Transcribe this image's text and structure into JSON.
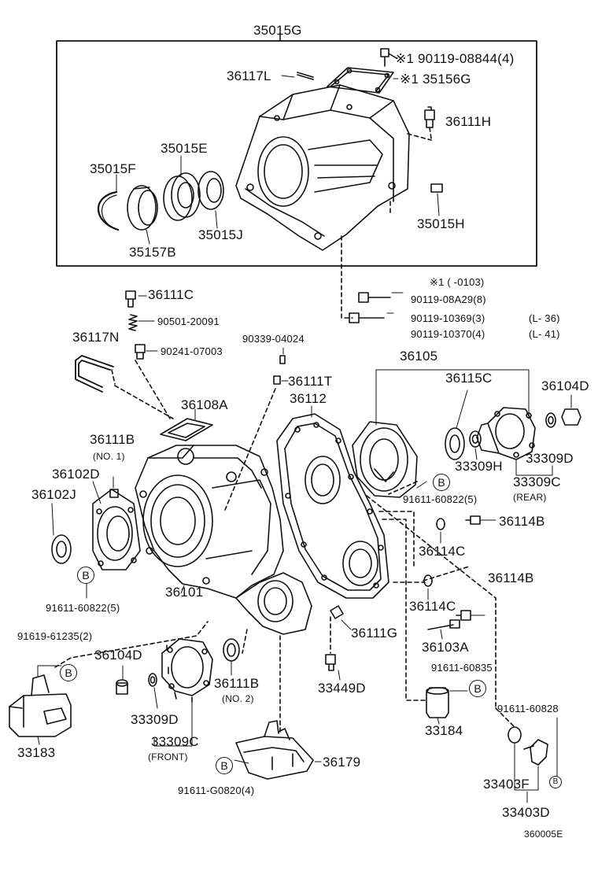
{
  "labels": {
    "p35015G": "35015G",
    "p90119_08844": "※1 90119-08844(4)",
    "p36117L": "36117L",
    "p35156G": "※1 35156G",
    "p36111H": "36111H",
    "p35015E": "35015E",
    "p35015F": "35015F",
    "p35015J": "35015J",
    "p35157B": "35157B",
    "p35015H": "35015H",
    "note_range": "※1 (       -0103)",
    "p90119_08A29": "90119-08A29(8)",
    "p90119_10369": "90119-10369(3)",
    "p90119_10370": "90119-10370(4)",
    "note_L36": "(L- 36)",
    "note_L41": "(L- 41)",
    "p36111C": "36111C",
    "p90501_20091": "90501-20091",
    "p36117N": "36117N",
    "p90241_07003": "90241-07003",
    "p90339_04024": "90339-04024",
    "p36105": "36105",
    "p36111T": "36111T",
    "p36115C": "36115C",
    "p36104D_top": "36104D",
    "p36108A": "36108A",
    "p36112": "36112",
    "p36111B_no1": "36111B",
    "note_no1": "(NO. 1)",
    "p36102D": "36102D",
    "p36102J": "36102J",
    "p33309H": "33309H",
    "p33309D_top": "33309D",
    "p33309C_rear": "33309C",
    "note_rear": "(REAR)",
    "p91611_60822_right": "91611-60822(5)",
    "p36114B_1": "36114B",
    "p36114C_1": "36114C",
    "p36114B_2": "36114B",
    "p36101": "36101",
    "p91611_60822_left": "91611-60822(5)",
    "p36114C_2": "36114C",
    "p91619_61235": "91619-61235(2)",
    "p36111G": "36111G",
    "p36103A": "36103A",
    "p36104D_bot": "36104D",
    "p36111B_no2": "36111B",
    "note_no2": "(NO. 2)",
    "p33449D": "33449D",
    "p91611_60835": "91611-60835",
    "p91611_60828": "91611-60828",
    "p33309D_bot": "33309D",
    "p33309C_front": "33309C",
    "note_front": "(FRONT)",
    "p33183": "33183",
    "p33184": "33184",
    "p36179": "36179",
    "p91611_G0820": "91611-G0820(4)",
    "p33403F": "33403F",
    "p33403D": "33403D",
    "figure_code": "360005E",
    "b_marker": "B"
  }
}
